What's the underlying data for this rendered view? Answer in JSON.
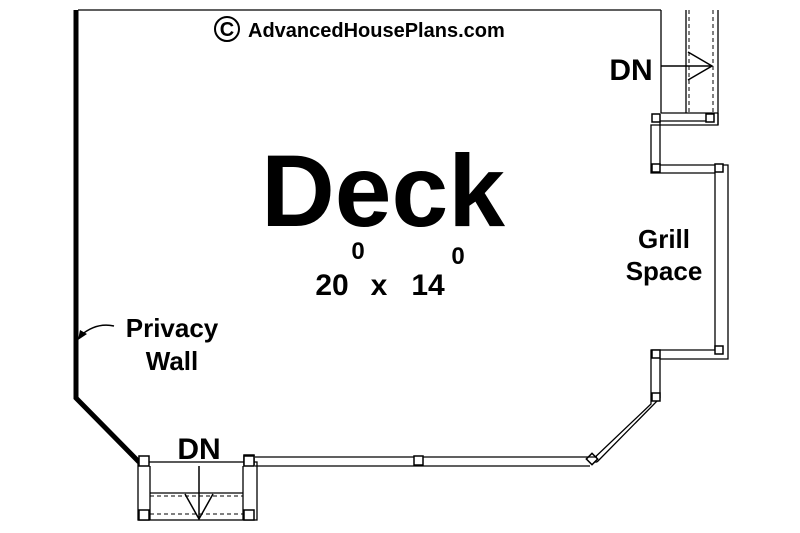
{
  "watermark": {
    "symbol": "C",
    "text": "AdvancedHousePlans.com"
  },
  "room": {
    "name": "Deck",
    "width": "20",
    "width_sup": "0",
    "times": "x",
    "depth": "14",
    "depth_sup": "0"
  },
  "labels": {
    "grill_line1": "Grill",
    "grill_line2": "Space",
    "privacy_line1": "Privacy",
    "privacy_line2": "Wall",
    "dn_top": "DN",
    "dn_bottom": "DN"
  }
}
